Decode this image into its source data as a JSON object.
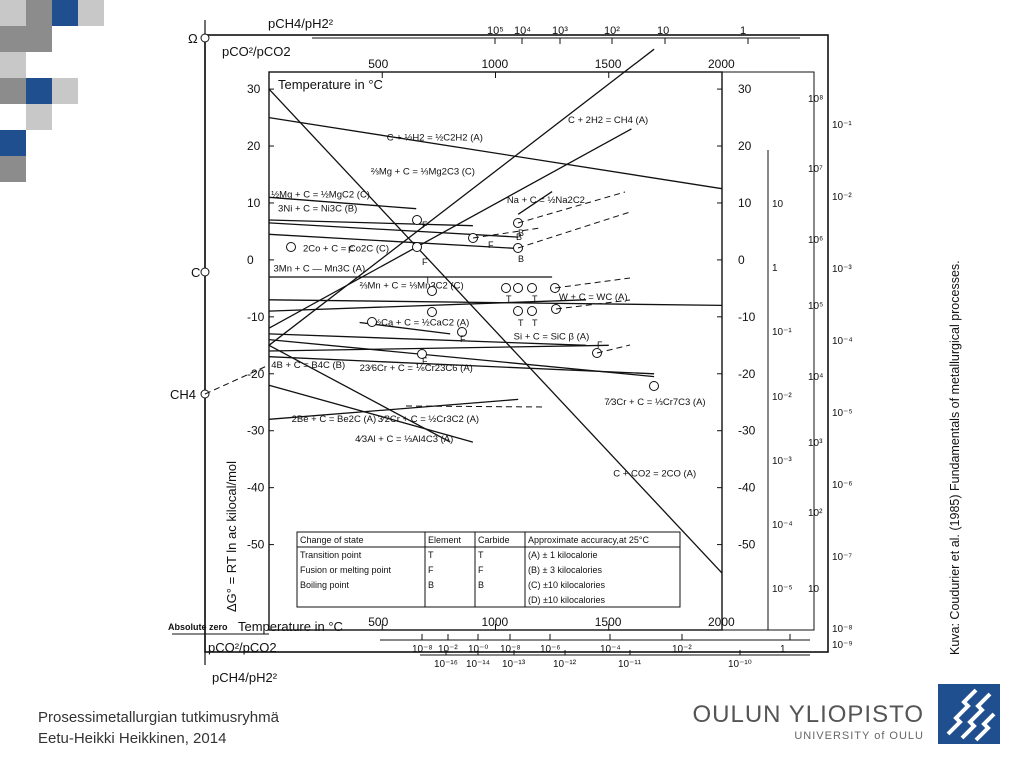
{
  "footer": {
    "group": "Prosessimetallurgian tutkimusryhmä",
    "author": "Eetu-Heikki Heikkinen, 2014",
    "uni_fi": "OULUN YLIOPISTO",
    "uni_en": "UNIVERSITY of OULU"
  },
  "credit": "Kuva: Coudurier et al. (1985) Fundamentals of metallurgical processes.",
  "colors": {
    "logo": "#1f4f8f",
    "deco_blue": "#1f4f8f",
    "deco_gray": "#8c8c8c",
    "deco_light": "#c8c8c8",
    "ink": "#111111"
  },
  "chart_data": {
    "type": "line",
    "ylabel": "ΔG° = RT ln ac kilocal/mol",
    "xlabel_top": "Temperature in °C",
    "xlabel_bottom": "Temperature in °C",
    "xlim": [
      0,
      2000
    ],
    "ylim": [
      -65,
      33
    ],
    "x_ticks": [
      500,
      1000,
      1500,
      2000
    ],
    "y_ticks": [
      30,
      20,
      10,
      0,
      -10,
      -20,
      -30,
      -40,
      -50
    ],
    "left_scale_labels": {
      "omega": "Ω",
      "c": "C",
      "ch4": "CH4"
    },
    "scale_labels": {
      "top_ratio1": "pCH4/pH2²",
      "top_ratio2": "pCO²/pCO2",
      "bottom_ratio1": "pCO²/pCO2",
      "bottom_ratio2": "pCH4/pH2²",
      "absolute_zero": "Absolute zero"
    },
    "top_ratio_ticks": [
      "10⁵",
      "10⁴",
      "10³",
      "10²",
      "10",
      "1"
    ],
    "bottom_ratio_ticks_1": [
      "10⁻⁸",
      "10⁻²",
      "10⁻⁰",
      "10⁻⁸",
      "10⁻⁶",
      "10⁻⁴",
      "10⁻²",
      "1"
    ],
    "bottom_ratio_ticks_2": [
      "10⁻¹⁶",
      "10⁻¹⁴",
      "10⁻¹³",
      "10⁻¹²",
      "10⁻¹¹",
      "10⁻¹⁰"
    ],
    "right_scale_1": [
      "10",
      "1",
      "10⁻¹",
      "10⁻²",
      "10⁻³",
      "10⁻⁴",
      "10⁻⁵"
    ],
    "right_scale_2": [
      "10⁸",
      "10⁷",
      "10⁶",
      "10⁵",
      "10⁴",
      "10³",
      "10²",
      "10"
    ],
    "right_scale_3": [
      "10⁻¹",
      "10⁻²",
      "10⁻³",
      "10⁻⁴",
      "10⁻⁵",
      "10⁻⁶",
      "10⁻⁷",
      "10⁻⁸",
      "10⁻⁹"
    ],
    "series": [
      {
        "label": "C + 2H2 = CH4 (A)",
        "x": [
          0,
          1700
        ],
        "y": [
          -15,
          37
        ],
        "label_at": [
          1320,
          24
        ]
      },
      {
        "label": "",
        "x": [
          0,
          1600
        ],
        "y": [
          -12,
          23
        ],
        "label_at": null
      },
      {
        "label": "C + ½H2 = ½C2H2 (A)",
        "x": [
          0,
          2000
        ],
        "y": [
          25,
          12.5
        ],
        "label_at": [
          520,
          21
        ]
      },
      {
        "label": "C + CO2 = 2CO (A)",
        "x": [
          0,
          2000
        ],
        "y": [
          30,
          -55
        ],
        "label_at": [
          1520,
          -38
        ]
      },
      {
        "label": "Na + C = ½Na2C2",
        "x": [
          1100,
          1250
        ],
        "y": [
          8,
          12
        ],
        "label_at": [
          1050,
          10
        ]
      },
      {
        "label": "⅔Mg + C = ⅓Mg2C3 (C)",
        "x": [
          0,
          650
        ],
        "y": [
          11,
          9
        ],
        "label_at": [
          450,
          15
        ]
      },
      {
        "label": "½Mg + C = ½MgC2 (C)",
        "x": [
          0,
          900
        ],
        "y": [
          7,
          6
        ],
        "label_at": [
          10,
          11
        ]
      },
      {
        "label": "3Ni + C = Ni3C (B)",
        "x": [
          0,
          1100
        ],
        "y": [
          6.5,
          4
        ],
        "label_at": [
          40,
          8.5
        ]
      },
      {
        "label": "2Co + C = Co2C (C)",
        "x": [
          0,
          1100
        ],
        "y": [
          4.5,
          2
        ],
        "label_at": [
          150,
          1.5
        ]
      },
      {
        "label": "3Mn + C — Mn3C (A)",
        "x": [
          0,
          1250
        ],
        "y": [
          -3,
          -3
        ],
        "label_at": [
          20,
          -2
        ]
      },
      {
        "label": "⅔Mn + C = ⅓Mn3C2 (C)",
        "x": [
          0,
          2000
        ],
        "y": [
          -7,
          -8
        ],
        "label_at": [
          400,
          -5
        ]
      },
      {
        "label": "W + C = WC (A)",
        "x": [
          0,
          1400
        ],
        "y": [
          -9,
          -7
        ],
        "label_at": [
          1280,
          -7
        ]
      },
      {
        "label": "½Ca + C = ½CaC2 (A)",
        "x": [
          400,
          800
        ],
        "y": [
          -11,
          -13
        ],
        "label_at": [
          460,
          -11.5
        ]
      },
      {
        "label": "Si + C = SiC β (A)",
        "x": [
          0,
          1400
        ],
        "y": [
          -13,
          -15
        ],
        "label_at": [
          1080,
          -14
        ]
      },
      {
        "label": "4B + C = B4C (B)",
        "x": [
          0,
          1500
        ],
        "y": [
          -16,
          -15
        ],
        "label_at": [
          10,
          -19
        ]
      },
      {
        "label": "23⁄6Cr + C = ⅙Cr23C6 (A)",
        "x": [
          0,
          1700
        ],
        "y": [
          -17,
          -20
        ],
        "label_at": [
          400,
          -19.5
        ]
      },
      {
        "label": "7⁄3Cr + C = ⅓Cr7C3 (A)",
        "x": [
          0,
          1700
        ],
        "y": [
          -14,
          -20.5
        ],
        "label_at": [
          1480,
          -25.5
        ]
      },
      {
        "label": "2Be + C = Be2C (A)",
        "x": [
          0,
          1100
        ],
        "y": [
          -28,
          -24.5
        ],
        "label_at": [
          100,
          -28.5
        ]
      },
      {
        "label": "3⁄2Cr + C = ½Cr3C2 (A)",
        "x": [
          0,
          900
        ],
        "y": [
          -22,
          -32
        ],
        "label_at": [
          480,
          -28.5
        ]
      },
      {
        "label": "4⁄3Al + C = ⅓Al4C3 (A)",
        "x": [
          0,
          800
        ],
        "y": [
          -15,
          -32
        ],
        "label_at": [
          380,
          -32
        ]
      }
    ],
    "point_annotations": [
      "T",
      "T",
      "T",
      "F",
      "F",
      "F",
      "F",
      "F",
      "F",
      "B",
      "B",
      "B",
      "T",
      "T",
      "F"
    ],
    "legend_table": {
      "headers": [
        "Change of state",
        "Element",
        "Carbide",
        "Approximate accuracy,at 25°C"
      ],
      "rows": [
        [
          "Transition point",
          "T",
          "T",
          "(A) ± 1 kilocalorie"
        ],
        [
          "Fusion or melting point",
          "F",
          "F",
          "(B) ± 3 kilocalories"
        ],
        [
          "Boiling point",
          "B",
          "B",
          "(C) ±10 kilocalories"
        ],
        [
          "",
          "",
          "",
          "(D) ±10 kilocalories"
        ]
      ]
    }
  }
}
